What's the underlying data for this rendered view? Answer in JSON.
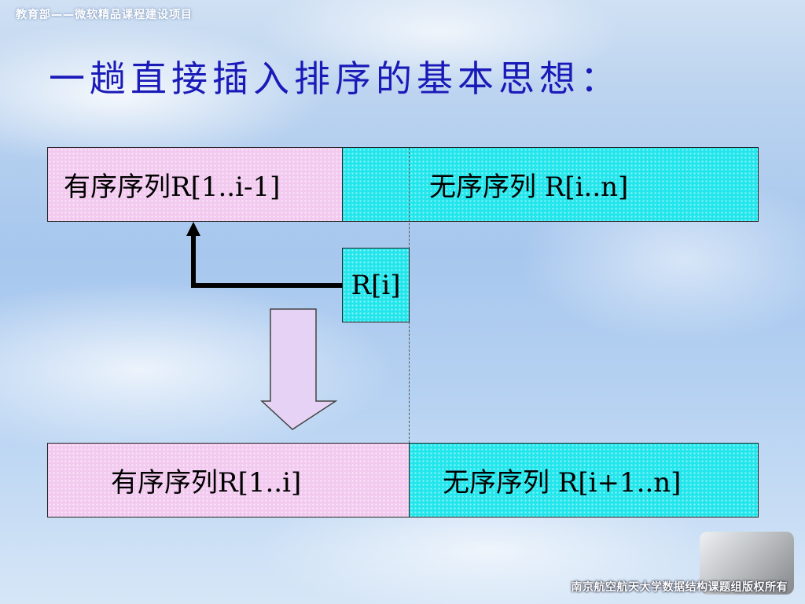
{
  "header": {
    "text": "教育部——微软精品课程建设项目"
  },
  "title": "一趟直接插入排序的基本思想：",
  "before": {
    "sorted_label": "有序序列R[1..i-1]",
    "unsorted_label": "无序序列 R[i..n]"
  },
  "element": {
    "label": "R[i]"
  },
  "after": {
    "sorted_label": "有序序列R[1..i]",
    "unsorted_label": "无序序列 R[i+1..n]"
  },
  "footer": {
    "text": "南京航空航天大学数据结构课题组版权所有"
  },
  "colors": {
    "sorted_fill": "#f2c9ef",
    "unsorted_fill": "#22e6ec",
    "title": "#1a1ab8",
    "arrow_fill": "#e6d2f4"
  },
  "icons": {
    "insert_arrow": "arrow-up-left-elbow",
    "result_arrow": "arrow-down-outline"
  }
}
